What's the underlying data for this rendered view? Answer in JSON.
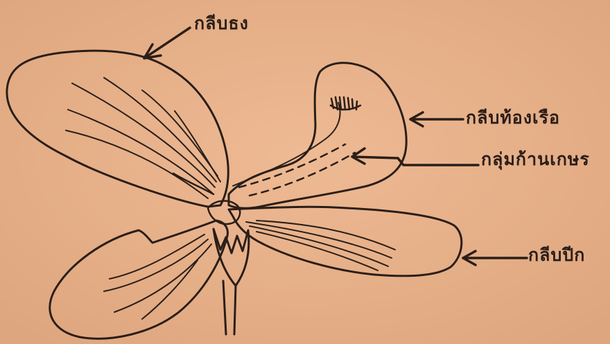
{
  "labels": {
    "standard_petal": "กลีบธง",
    "keel_petal": "กลีบท้องเรือ",
    "stamen_group": "กลุ่มก้านเกษร",
    "wing_petal": "กลีบปีก"
  },
  "colors": {
    "paper": "#e8b28c",
    "ink": "#2a1e18"
  }
}
